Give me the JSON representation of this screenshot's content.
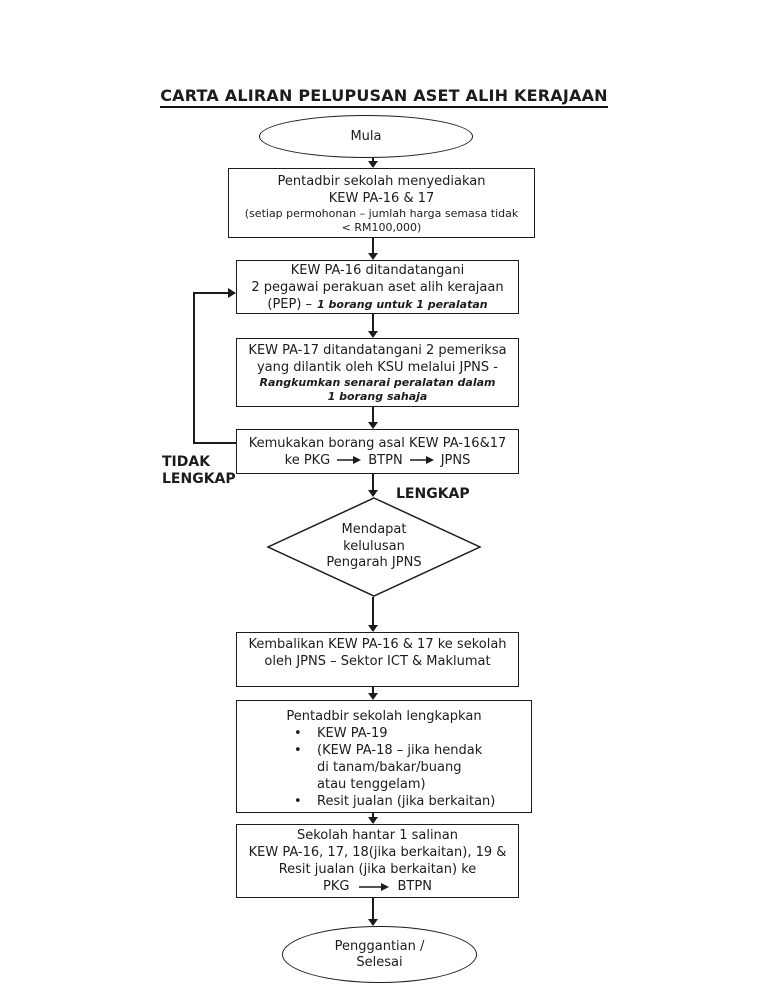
{
  "page": {
    "title": "CARTA ALIRAN PELUPUSAN ASET ALIH KERAJAAN"
  },
  "colors": {
    "ink": "#1c1c1c",
    "background": "#ffffff"
  },
  "flow": {
    "start": {
      "label": "Mula"
    },
    "box_prepare": {
      "lines": [
        "Pentadbir sekolah menyediakan",
        "KEW PA-16 & 17"
      ],
      "small_lines": [
        "(setiap permohonan – jumlah harga semasa tidak",
        "< RM100,000)"
      ]
    },
    "box_pa16": {
      "lines": [
        "KEW PA-16 ditandatangani",
        "2 pegawai perakuan aset alih kerajaan"
      ],
      "line3_prefix": "(PEP) –",
      "line3_italic": "1 borang untuk 1 peralatan"
    },
    "box_pa17": {
      "lines": [
        "KEW PA-17 ditandatangani 2 pemeriksa",
        "yang dilantik oleh KSU melalui JPNS -"
      ],
      "italic_lines": [
        "Rangkumkan senarai peralatan dalam",
        "1 borang sahaja"
      ]
    },
    "box_submit": {
      "line1": "Kemukakan borang asal KEW PA-16&17",
      "route_prefix": "ke PKG",
      "route": [
        "ke PKG",
        "BTPN",
        "JPNS"
      ]
    },
    "labels": {
      "not_complete": "TIDAK\nLENGKAP",
      "complete": "LENGKAP"
    },
    "decision": {
      "lines": [
        "Mendapat",
        "kelulusan",
        "Pengarah JPNS"
      ]
    },
    "box_return": {
      "lines": [
        "Kembalikan KEW PA-16 & 17 ke sekolah",
        "oleh JPNS – Sektor ICT & Maklumat"
      ]
    },
    "box_complete": {
      "heading": "Pentadbir sekolah lengkapkan",
      "bullets": [
        "KEW PA-19",
        "(KEW PA-18 – jika hendak\ndi tanam/bakar/buang\natau tenggelam)",
        "Resit jualan (jika berkaitan)"
      ]
    },
    "box_send": {
      "lines": [
        "Sekolah hantar 1 salinan",
        "KEW PA-16, 17, 18(jika berkaitan), 19 &",
        "Resit jualan (jika berkaitan) ke"
      ],
      "route": [
        "PKG",
        "BTPN"
      ]
    },
    "end": {
      "lines": [
        "Penggantian /",
        "Selesai"
      ]
    }
  }
}
